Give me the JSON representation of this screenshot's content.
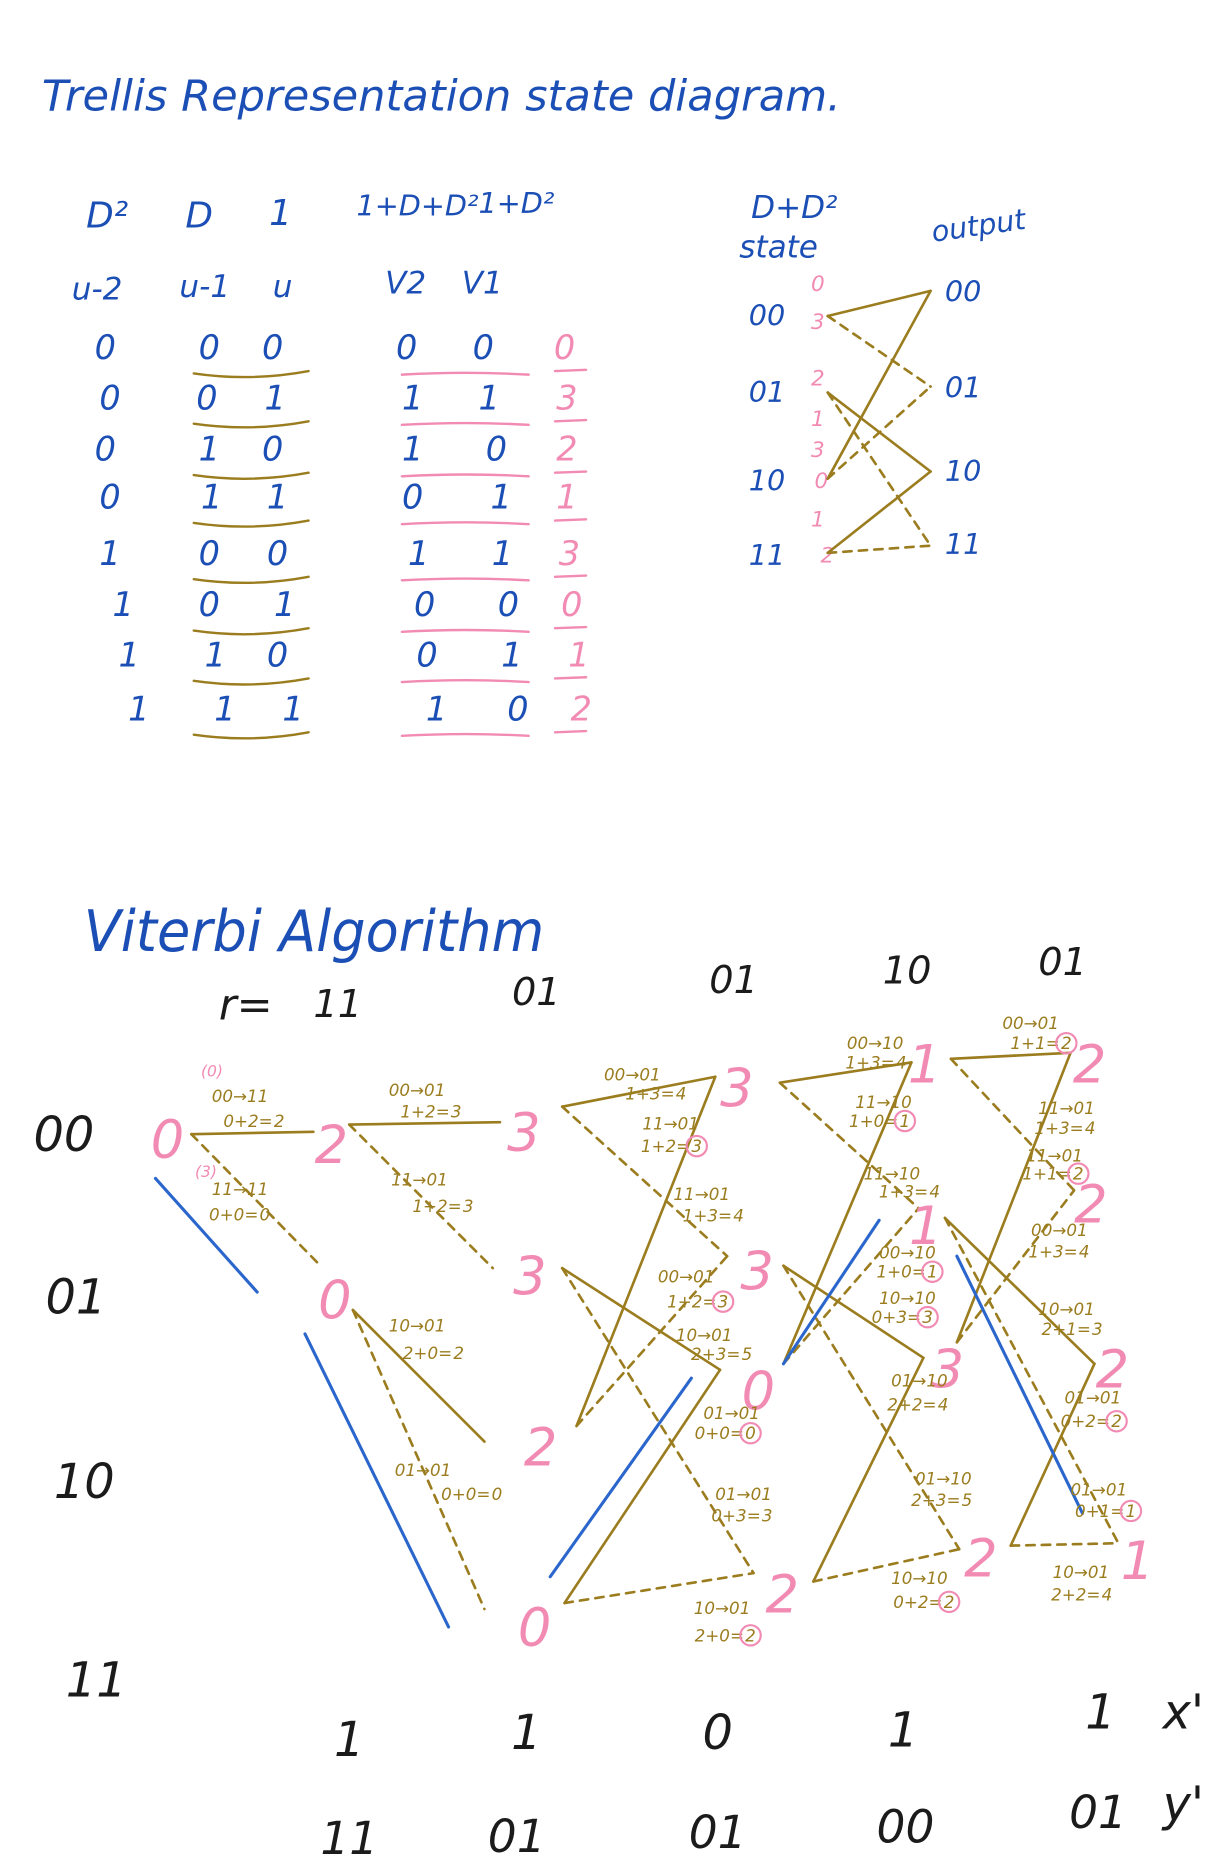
{
  "colors": {
    "blue": "#1c4fb5",
    "brown": "#9b7d1f",
    "pink": "#f28bb3",
    "black": "#1b1b1b",
    "survivor": "#2b66cc"
  },
  "trellis": {
    "title": "Trellis Representation state diagram.",
    "gen_headers": [
      "D²",
      "D",
      "1"
    ],
    "poly_headers": [
      "1+D+D²",
      "1+D²"
    ],
    "input_headers": [
      "u-2",
      "u-1",
      "u"
    ],
    "output_headers": [
      "V2",
      "V1"
    ],
    "rows": [
      [
        "0",
        "0",
        "0",
        "0",
        "0",
        "0"
      ],
      [
        "0",
        "0",
        "1",
        "1",
        "1",
        "3"
      ],
      [
        "0",
        "1",
        "0",
        "1",
        "0",
        "2"
      ],
      [
        "0",
        "1",
        "1",
        "0",
        "1",
        "1"
      ],
      [
        "1",
        "0",
        "0",
        "1",
        "1",
        "3"
      ],
      [
        "1",
        "0",
        "1",
        "0",
        "0",
        "0"
      ],
      [
        "1",
        "1",
        "0",
        "0",
        "1",
        "1"
      ],
      [
        "1",
        "1",
        "1",
        "1",
        "0",
        "2"
      ]
    ]
  },
  "state_diagram": {
    "header": "D+D²",
    "state_label": "state",
    "output_label": "output",
    "left_states": [
      "00",
      "01",
      "10",
      "11"
    ],
    "right_states": [
      "00",
      "01",
      "10",
      "11"
    ],
    "output_values": [
      [
        "0",
        "3"
      ],
      [
        "2",
        "1"
      ],
      [
        "3",
        "0"
      ],
      [
        "1",
        "2"
      ]
    ],
    "transitions": [
      {
        "from": 0,
        "to": 0,
        "dashed": false
      },
      {
        "from": 0,
        "to": 1,
        "dashed": true
      },
      {
        "from": 1,
        "to": 2,
        "dashed": false
      },
      {
        "from": 1,
        "to": 3,
        "dashed": true
      },
      {
        "from": 2,
        "to": 0,
        "dashed": false
      },
      {
        "from": 2,
        "to": 1,
        "dashed": true
      },
      {
        "from": 3,
        "to": 2,
        "dashed": false
      },
      {
        "from": 3,
        "to": 3,
        "dashed": true
      }
    ]
  },
  "viterbi": {
    "title": "Viterbi Algorithm",
    "r_label": "r=",
    "received": [
      "11",
      "01",
      "01",
      "10",
      "01"
    ],
    "state_labels": [
      "00",
      "01",
      "10",
      "11"
    ],
    "path_metrics": [
      [
        "0",
        null,
        null,
        null
      ],
      [
        "2",
        "0",
        null,
        null
      ],
      [
        "3",
        "3",
        "2",
        "0"
      ],
      [
        "3",
        "3",
        "0",
        "2"
      ],
      [
        "1",
        "1",
        "3",
        "2"
      ],
      [
        "2",
        "2",
        "2",
        "1"
      ]
    ],
    "branches": [
      [
        {
          "from": 0,
          "to": 0,
          "dashed": false
        },
        {
          "from": 0,
          "to": 1,
          "dashed": true
        }
      ],
      [
        {
          "from": 0,
          "to": 0,
          "dashed": false
        },
        {
          "from": 0,
          "to": 1,
          "dashed": true
        },
        {
          "from": 1,
          "to": 2,
          "dashed": false
        },
        {
          "from": 1,
          "to": 3,
          "dashed": true
        }
      ],
      [
        {
          "from": 0,
          "to": 0,
          "dashed": false
        },
        {
          "from": 0,
          "to": 1,
          "dashed": true
        },
        {
          "from": 1,
          "to": 2,
          "dashed": false
        },
        {
          "from": 1,
          "to": 3,
          "dashed": true
        },
        {
          "from": 2,
          "to": 0,
          "dashed": false
        },
        {
          "from": 2,
          "to": 1,
          "dashed": true
        },
        {
          "from": 3,
          "to": 2,
          "dashed": false
        },
        {
          "from": 3,
          "to": 3,
          "dashed": true
        }
      ],
      [
        {
          "from": 0,
          "to": 0,
          "dashed": false
        },
        {
          "from": 0,
          "to": 1,
          "dashed": true
        },
        {
          "from": 1,
          "to": 2,
          "dashed": false
        },
        {
          "from": 1,
          "to": 3,
          "dashed": true
        },
        {
          "from": 2,
          "to": 0,
          "dashed": false
        },
        {
          "from": 2,
          "to": 1,
          "dashed": true
        },
        {
          "from": 3,
          "to": 2,
          "dashed": false
        },
        {
          "from": 3,
          "to": 3,
          "dashed": true
        }
      ],
      [
        {
          "from": 0,
          "to": 0,
          "dashed": false
        },
        {
          "from": 0,
          "to": 1,
          "dashed": true
        },
        {
          "from": 1,
          "to": 2,
          "dashed": false
        },
        {
          "from": 1,
          "to": 3,
          "dashed": true
        },
        {
          "from": 2,
          "to": 0,
          "dashed": false
        },
        {
          "from": 2,
          "to": 1,
          "dashed": true
        },
        {
          "from": 3,
          "to": 2,
          "dashed": false
        },
        {
          "from": 3,
          "to": 3,
          "dashed": true
        }
      ]
    ],
    "survivor_path": [
      0,
      1,
      3,
      2,
      1,
      3
    ],
    "annotations": [
      [
        {
          "prefix": "(0)",
          "transition": "00→11",
          "calc": "0+2=",
          "result": "2",
          "circled": false
        },
        {
          "prefix": "(3)",
          "transition": "11→11",
          "calc": "0+0=",
          "result": "0",
          "circled": false
        }
      ],
      [
        {
          "transition": "00→01",
          "calc": "1+2=",
          "result": "3",
          "circled": false
        },
        {
          "transition": "11→01",
          "calc": "1+2=",
          "result": "3",
          "circled": false
        },
        {
          "transition": "10→01",
          "calc": "2+0=",
          "result": "2",
          "circled": false
        },
        {
          "transition": "01→01",
          "calc": "0+0=",
          "result": "0",
          "circled": false
        }
      ],
      [
        {
          "transition": "00→01",
          "calc": "1+3=",
          "result": "4",
          "circled": false
        },
        {
          "transition": "11→01",
          "calc": "1+2=",
          "result": "3",
          "circled": true
        },
        {
          "transition": "11→01",
          "calc": "1+3=",
          "result": "4",
          "circled": false
        },
        {
          "transition": "00→01",
          "calc": "1+2=",
          "result": "3",
          "circled": true
        },
        {
          "transition": "10→01",
          "calc": "2+3=",
          "result": "5",
          "circled": false
        },
        {
          "transition": "01→01",
          "calc": "0+0=",
          "result": "0",
          "circled": true
        },
        {
          "transition": "01→01",
          "calc": "0+3=",
          "result": "3",
          "circled": false
        },
        {
          "transition": "10→01",
          "calc": "2+0=",
          "result": "2",
          "circled": true
        }
      ],
      [
        {
          "transition": "00→10",
          "calc": "1+3=",
          "result": "4",
          "circled": false
        },
        {
          "transition": "11→10",
          "calc": "1+0=",
          "result": "1",
          "circled": true
        },
        {
          "transition": "11→10",
          "calc": "1+3=",
          "result": "4",
          "circled": false
        },
        {
          "transition": "00→10",
          "calc": "1+0=",
          "result": "1",
          "circled": true
        },
        {
          "transition": "10→10",
          "calc": "0+3=",
          "result": "3",
          "circled": true
        },
        {
          "transition": "01→10",
          "calc": "2+2=",
          "result": "4",
          "circled": false
        },
        {
          "transition": "01→10",
          "calc": "2+3=",
          "result": "5",
          "circled": false
        },
        {
          "transition": "10→10",
          "calc": "0+2=",
          "result": "2",
          "circled": true
        }
      ],
      [
        {
          "transition": "00→01",
          "calc": "1+1=",
          "result": "2",
          "circled": true
        },
        {
          "transition": "11→01",
          "calc": "1+3=",
          "result": "4",
          "circled": false
        },
        {
          "transition": "11→01",
          "calc": "1+1=",
          "result": "2",
          "circled": true
        },
        {
          "transition": "00→01",
          "calc": "1+3=",
          "result": "4",
          "circled": false
        },
        {
          "transition": "10→01",
          "calc": "2+1=",
          "result": "3",
          "circled": false
        },
        {
          "transition": "01→01",
          "calc": "0+2=",
          "result": "2",
          "circled": true
        },
        {
          "transition": "01→01",
          "calc": "0+1=",
          "result": "1",
          "circled": true
        },
        {
          "transition": "10→01",
          "calc": "2+2=",
          "result": "4",
          "circled": false
        }
      ]
    ],
    "decoded": {
      "x_label": "x'",
      "x": [
        "1",
        "1",
        "0",
        "1",
        "1"
      ],
      "y_label": "y'",
      "y": [
        "11",
        "01",
        "01",
        "00",
        "01"
      ]
    }
  }
}
